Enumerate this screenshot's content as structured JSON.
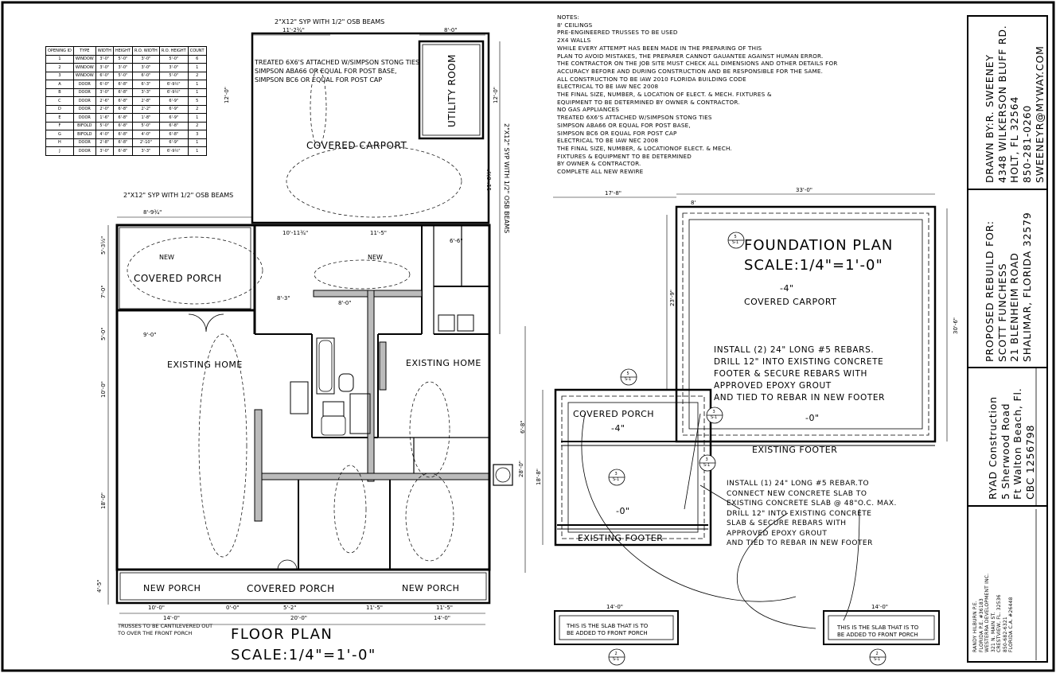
{
  "notes": {
    "lines": [
      "NOTES:",
      "8' CEILINGS",
      "PRE-ENGINEERED TRUSSES TO BE USED",
      "2X4 WALLS",
      "WHILE EVERY ATTEMPT HAS BEEN MADE IN THE PREPARING OF THIS",
      "PLAN TO AVOID MISTAKES, THE PREPARER CANNOT GAUANTEE AGAINST HUMAN ERROR.",
      "THE CONTRACTOR ON THE JOB SITE MUST CHECK ALL DIMENSIONS AND OTHER DETAILS FOR",
      "ACCURACY BEFORE AND DURING CONSTRUCTION AND BE RESPONSIBLE FOR THE SAME.",
      "ALL CONSTRUCTION TO BE IAW 2010 FLORIDA BUILDING CODE",
      "ELECTRICAL TO BE IAW NEC 2008",
      "THE FINAL SIZE, NUMBER, & LOCATION OF ELECT. & MECH. FIXTURES &",
      "EQUIPMENT TO BE DETERMINED BY OWNER & CONTRACTOR.",
      "NO GAS APPLIANCES",
      "TREATED 6X6'S ATTACHED W/SIMPSON STONG TIES",
      "SIMPSON ABA66 OR EQUAL FOR POST BASE,",
      "SIMPSON BC6 OR EQUAL FOR POST CAP",
      "ELECTRICAL TO BE IAW NEC 2008",
      "THE FINAL SIZE, NUMBER, & LOCATIONOF ELECT. & MECH.",
      "FIXTURES & EQUIPMENT TO BE DETERMINED",
      "BY OWNER & CONTRACTOR.",
      "COMPLETE ALL NEW REWIRE"
    ]
  },
  "opening_schedule": {
    "headers": [
      "OPENING ID",
      "TYPE",
      "WIDTH",
      "HEIGHT",
      "R.O. WIDTH",
      "R.O. HEIGHT",
      "COUNT"
    ],
    "rows": [
      [
        "1",
        "WINDOW",
        "3'-0\"",
        "5'-0\"",
        "3'-0\"",
        "5'-0\"",
        "6"
      ],
      [
        "2",
        "WINDOW",
        "3'-0\"",
        "3'-0\"",
        "3'-0\"",
        "3'-0\"",
        "1"
      ],
      [
        "3",
        "WINDOW",
        "6'-0\"",
        "5'-0\"",
        "6'-0\"",
        "5'-0\"",
        "2"
      ],
      [
        "A",
        "DOOR",
        "6'-0\"",
        "6'-8\"",
        "6'-3\"",
        "6'-9½\"",
        "1"
      ],
      [
        "B",
        "DOOR",
        "3'-0\"",
        "6'-8\"",
        "3'-3\"",
        "6'-9½\"",
        "1"
      ],
      [
        "C",
        "DOOR",
        "2'-6\"",
        "6'-8\"",
        "2'-8\"",
        "6'-9\"",
        "5"
      ],
      [
        "D",
        "DOOR",
        "2'-0\"",
        "6'-8\"",
        "2'-2\"",
        "6'-9\"",
        "2"
      ],
      [
        "E",
        "DOOR",
        "1'-6\"",
        "6'-8\"",
        "1'-8\"",
        "6'-9\"",
        "1"
      ],
      [
        "F",
        "BIFOLD",
        "5'-0\"",
        "6'-8\"",
        "5'-0\"",
        "6'-8\"",
        "2"
      ],
      [
        "G",
        "BIFOLD",
        "4'-0\"",
        "6'-8\"",
        "4'-0\"",
        "6'-8\"",
        "3"
      ],
      [
        "H",
        "DOOR",
        "2'-8\"",
        "6'-8\"",
        "2'-10\"",
        "6'-9\"",
        "1"
      ],
      [
        "J",
        "DOOR",
        "3'-0\"",
        "6'-8\"",
        "3'-3\"",
        "6'-9½\"",
        "1"
      ]
    ]
  },
  "floor_plan": {
    "title": "FLOOR PLAN",
    "scale": "SCALE:1/4\"=1'-0\"",
    "beam_note_top": "2\"X12\" SYP WITH 1/2\" OSB BEAMS",
    "beam_note_left": "2\"X12\" SYP WITH 1/2\" OSB BEAMS",
    "beam_note_right": "2\"X12\" SYP WITH 1/2\" OSB BEAMS",
    "post_note": "TREATED 6X6'S ATTACHED W/SIMPSON STONG TIES\nSIMPSON ABA66 OR EQUAL FOR POST BASE,\nSIMPSON BC6 OR EQUAL FOR POST CAP",
    "covered_carport": "COVERED CARPORT",
    "utility_room": "UTILITY ROOM",
    "covered_porch_left": "COVERED PORCH",
    "new_left": "NEW",
    "new_right": "NEW",
    "existing_home_left": "EXISTING HOME",
    "existing_home_right": "EXISTING HOME",
    "new_porch_left": "NEW PORCH",
    "covered_porch_front": "COVERED PORCH",
    "new_porch_right": "NEW PORCH",
    "truss_note": "TRUSSES TO BE CANTILEVERED OUT\nTO OVER THE FRONT PORCH",
    "dims": {
      "top_11": "11'-2¾\"",
      "top_8": "8'-0\"",
      "left_8": "8'-9¾\"",
      "r1": "10'-11¾\"",
      "r2": "11'-5\"",
      "r3": "6'-6\"",
      "r4": "8'-3\"",
      "r5": "8'-0\"",
      "r6": "9'-0\"",
      "b1": "10'-0\"",
      "b2": "0'-0\"",
      "b3": "5'-2\"",
      "b4": "11'-5\"",
      "b5": "11'-5\"",
      "b6": "14'-0\"",
      "b7": "20'-0\"",
      "b8": "14'-0\"",
      "v1": "12'-0\"",
      "v2": "12'-0\"",
      "v3": "11'-6½\"",
      "v4": "5'-3½\"",
      "v5": "7'-0\"",
      "v6": "5'-0\"",
      "v7": "10'-0\"",
      "v8": "18'-0\"",
      "v9": "4'-5\"",
      "v10": "28'-0\""
    }
  },
  "foundation_plan": {
    "title": "FOUNDATION PLAN",
    "scale": "SCALE:1/4\"=1'-0\"",
    "covered_carport": "COVERED CARPORT",
    "carport_elev": "-4\"",
    "install_note_1": "INSTALL (2) 24\" LONG #5 REBARS.\nDRILL 12\" INTO EXISTING CONCRETE\nFOOTER & SECURE REBARS WITH\nAPPROVED EPOXY GROUT\nAND TIED TO REBAR IN NEW FOOTER",
    "elev_0_upper": "-0\"",
    "existing_footer_1": "EXISTING FOOTER",
    "covered_porch": "COVERED PORCH",
    "porch_elev": "-4\"",
    "install_note_2": "INSTALL (1) 24\" LONG #5 REBAR.TO\nCONNECT NEW CONCRETE SLAB TO\nEXISTING CONCRETE SLAB @ 48\"O.C. MAX.\nDRILL 12\" INTO EXISTING CONCRETE\nSLAB & SECURE REBARS WITH\nAPPROVED EPOXY GROUT\nAND TIED TO REBAR IN NEW FOOTER",
    "elev_0_lower": "-0\"",
    "existing_footer_2": "EXISTING FOOTER",
    "slab_note_1": "THIS IS THE SLAB THAT IS TO\nBE ADDED TO FRONT PORCH",
    "slab_note_2": "THIS IS THE SLAB THAT IS TO\nBE ADDED TO FRONT PORCH",
    "dims": {
      "top_17": "17'-8\"",
      "top_33": "33'-0\"",
      "d8": "8'",
      "v23": "23'-9\"",
      "v30": "30'-6\"",
      "v18": "18'-8\"",
      "v6": "6'-8\"",
      "s14a": "14'-0\"",
      "s14b": "14'-0\""
    },
    "section_refs": [
      "5\nS-1",
      "5\nS-1",
      "3\nS-1",
      "3\nS-1",
      "3\nS-1",
      "2\nS-1",
      "2\nS-1"
    ]
  },
  "title_block": {
    "drawn_by": [
      "DRAWN BY:R. SWEENEY",
      "4348 WILKERSON BLUFF RD.",
      "HOLT, FL 32564",
      "850-281-0260",
      "SWEENEYR@MYWAY.COM"
    ],
    "project": [
      "PROPOSED REBUILD FOR:",
      "SCOTT FUNCHESS",
      "21 BLENHEIM ROAD",
      "SHALIMAR, FLORIDA 32579"
    ],
    "contractor": [
      "RYAD Construction",
      "5 Sherwood Road",
      "Ft Walton Beach, Fl.",
      "CBC 1256798"
    ],
    "engineer": [
      "RANDY HILBURN P.E.",
      "FLORIDA P.E. #36183",
      "WESTERRA DEVELOPMENT INC.",
      "321 N. MAIN ST.",
      "CRESTVIEW, FL. 32536",
      "850-682-6321",
      "FLORIDA C.A. #26448"
    ]
  }
}
